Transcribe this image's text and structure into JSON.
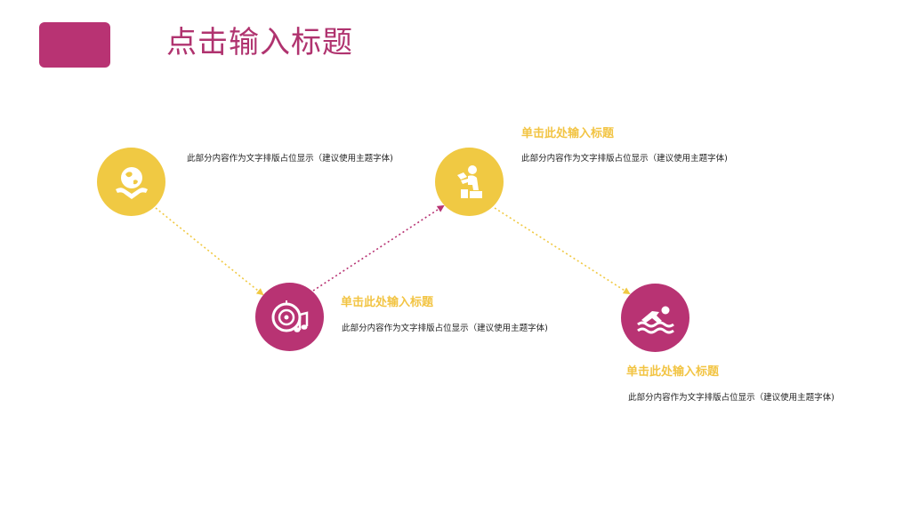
{
  "colors": {
    "yellow": "#F0C943",
    "magenta": "#B83373",
    "title": "#B0336F",
    "heading": "#F2C443"
  },
  "title": "点击输入标题",
  "steps": [
    {
      "icon": "globe-hands-icon",
      "color": "yellow",
      "description": "此部分内容作为文字排版占位显示（建议使用主题字体)"
    },
    {
      "icon": "disc-music-icon",
      "color": "magenta",
      "heading": "单击此处输入标题",
      "description": "此部分内容作为文字排版占位显示（建议使用主题字体)"
    },
    {
      "icon": "reading-person-icon",
      "color": "yellow",
      "heading": "单击此处输入标题",
      "description": "此部分内容作为文字排版占位显示（建议使用主题字体)"
    },
    {
      "icon": "swimmer-icon",
      "color": "magenta",
      "heading": "单击此处输入标题",
      "description": "此部分内容作为文字排版占位显示（建议使用主题字体)"
    }
  ]
}
